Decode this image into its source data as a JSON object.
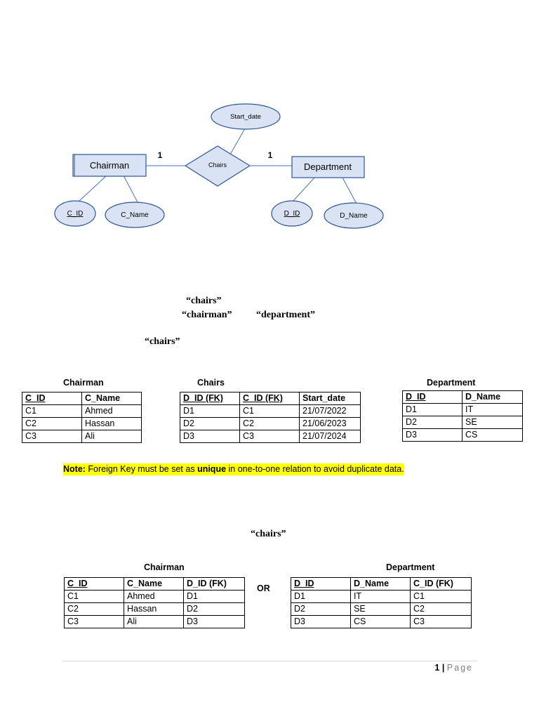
{
  "er": {
    "entity_chairman": "Chairman",
    "entity_department": "Department",
    "relationship": "Chairs",
    "attr_start_date": "Start_date",
    "attr_c_id": "C_ID",
    "attr_c_name": "C_Name",
    "attr_d_id": "D_ID",
    "attr_d_name": "D_Name",
    "card_left": "1",
    "card_right": "1",
    "colors": {
      "fill": "#dae3f3",
      "stroke": "#2f5597"
    }
  },
  "quotes": {
    "chairs_1": "“chairs”",
    "chairman": "“chairman”",
    "department": "“department”",
    "chairs_2": "“chairs”",
    "chairs_3": "“chairs”"
  },
  "option1": {
    "chairman": {
      "caption": "Chairman",
      "headers": [
        "C_ID",
        "C_Name"
      ],
      "rows": [
        [
          "C1",
          "Ahmed"
        ],
        [
          "C2",
          "Hassan"
        ],
        [
          "C3",
          "Ali"
        ]
      ]
    },
    "chairs": {
      "caption": "Chairs",
      "headers": [
        "D_ID (FK)",
        "C_ID (FK)",
        "Start_date"
      ],
      "rows": [
        [
          "D1",
          "C1",
          "21/07/2022"
        ],
        [
          "D2",
          "C2",
          "21/06/2023"
        ],
        [
          "D3",
          "C3",
          "21/07/2024"
        ]
      ]
    },
    "department": {
      "caption": "Department",
      "headers": [
        "D_ID",
        "D_Name"
      ],
      "rows": [
        [
          "D1",
          "IT"
        ],
        [
          "D2",
          "SE"
        ],
        [
          "D3",
          "CS"
        ]
      ]
    }
  },
  "note": {
    "label": "Note:",
    "text_before": " Foreign Key must be set as ",
    "bold_word": "unique",
    "text_after": " in one-to-one relation to avoid duplicate data.",
    "highlight_color": "#ffff00"
  },
  "option2": {
    "chairman": {
      "caption": "Chairman",
      "headers": [
        "C_ID",
        "C_Name",
        "D_ID (FK)"
      ],
      "rows": [
        [
          "C1",
          "Ahmed",
          "D1"
        ],
        [
          "C2",
          "Hassan",
          "D2"
        ],
        [
          "C3",
          "Ali",
          "D3"
        ]
      ]
    },
    "or_label": "OR",
    "department": {
      "caption": "Department",
      "headers": [
        "D_ID",
        "D_Name",
        "C_ID (FK)"
      ],
      "rows": [
        [
          "D1",
          "IT",
          "C1"
        ],
        [
          "D2",
          "SE",
          "C2"
        ],
        [
          "D3",
          "CS",
          "C3"
        ]
      ]
    }
  },
  "footer": {
    "page_number": "1",
    "separator": "|",
    "page_label": "Page"
  }
}
